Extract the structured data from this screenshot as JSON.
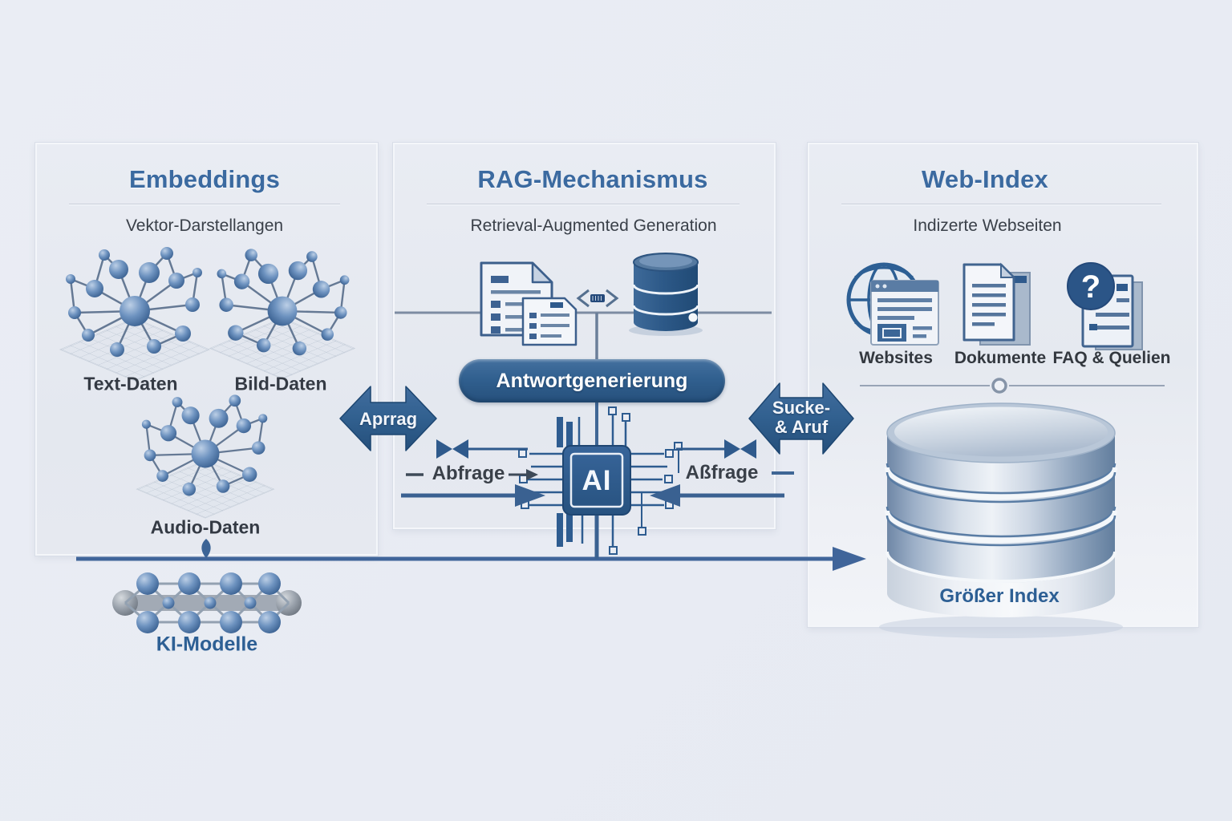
{
  "colors": {
    "accent": "#2f5f94",
    "title_blue": "#3b6aa0",
    "text_dark": "#363c46",
    "page_bg": "#e9ecf3",
    "white": "#ffffff"
  },
  "panels": {
    "embeddings": {
      "title": "Embeddings",
      "subtitle": "Vektor-Darstellangen",
      "label_text": "Text-Daten",
      "label_image": "Bild-Daten",
      "label_audio": "Audio-Daten",
      "label_models": "KI-Modelle"
    },
    "rag": {
      "title": "RAG-Mechanismus",
      "subtitle": "Retrieval-Augmented Generation",
      "answer_pill": "Antwortgenerierung",
      "chip_label": "AI",
      "query_left": "Abfrage",
      "query_right": "Aßfrage"
    },
    "web_index": {
      "title": "Web-Index",
      "subtitle": "Indizerte Webseiten",
      "source_websites": "Websites",
      "source_documents": "Dokumente",
      "source_faq": "FAQ & Quelien",
      "faq_glyph": "?",
      "index_label": "Größer Index"
    }
  },
  "connectors": {
    "exchange_left": "Aprrag",
    "exchange_right_line1": "Sucke-",
    "exchange_right_line2": "& Aruf"
  }
}
